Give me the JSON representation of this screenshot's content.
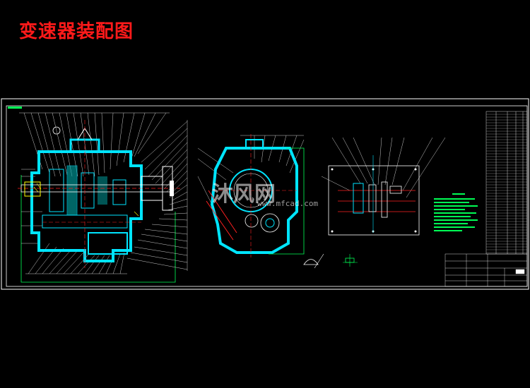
{
  "title": "变速器装配图",
  "watermark": {
    "brand": "沐风网",
    "url": "www.mfcad.com"
  },
  "colors": {
    "background": "#000000",
    "title": "#ff1a1a",
    "frame": "#ffffff",
    "housing": "#00e5ff",
    "green": "#00ff55",
    "red": "#ff2020",
    "yellow": "#ffff00"
  }
}
